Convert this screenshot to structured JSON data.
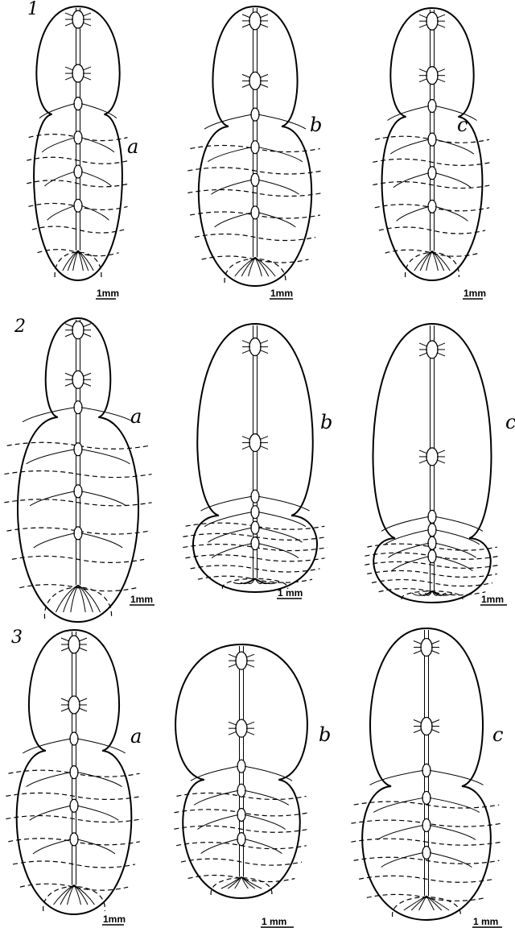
{
  "figure": {
    "rows": [
      {
        "number": "1",
        "panels": [
          {
            "letter": "a",
            "scale": "1mm"
          },
          {
            "letter": "b",
            "scale": "1mm"
          },
          {
            "letter": "c",
            "scale": "1mm"
          }
        ]
      },
      {
        "number": "2",
        "panels": [
          {
            "letter": "a",
            "scale": "1mm"
          },
          {
            "letter": "b",
            "scale": "1 mm"
          },
          {
            "letter": "c",
            "scale": "1mm"
          }
        ]
      },
      {
        "number": "3",
        "panels": [
          {
            "letter": "a",
            "scale": "1mm"
          },
          {
            "letter": "b",
            "scale": "1 mm"
          },
          {
            "letter": "c",
            "scale": "1 mm"
          }
        ]
      }
    ]
  },
  "colors": {
    "ink": "#000000",
    "paper": "#ffffff"
  }
}
